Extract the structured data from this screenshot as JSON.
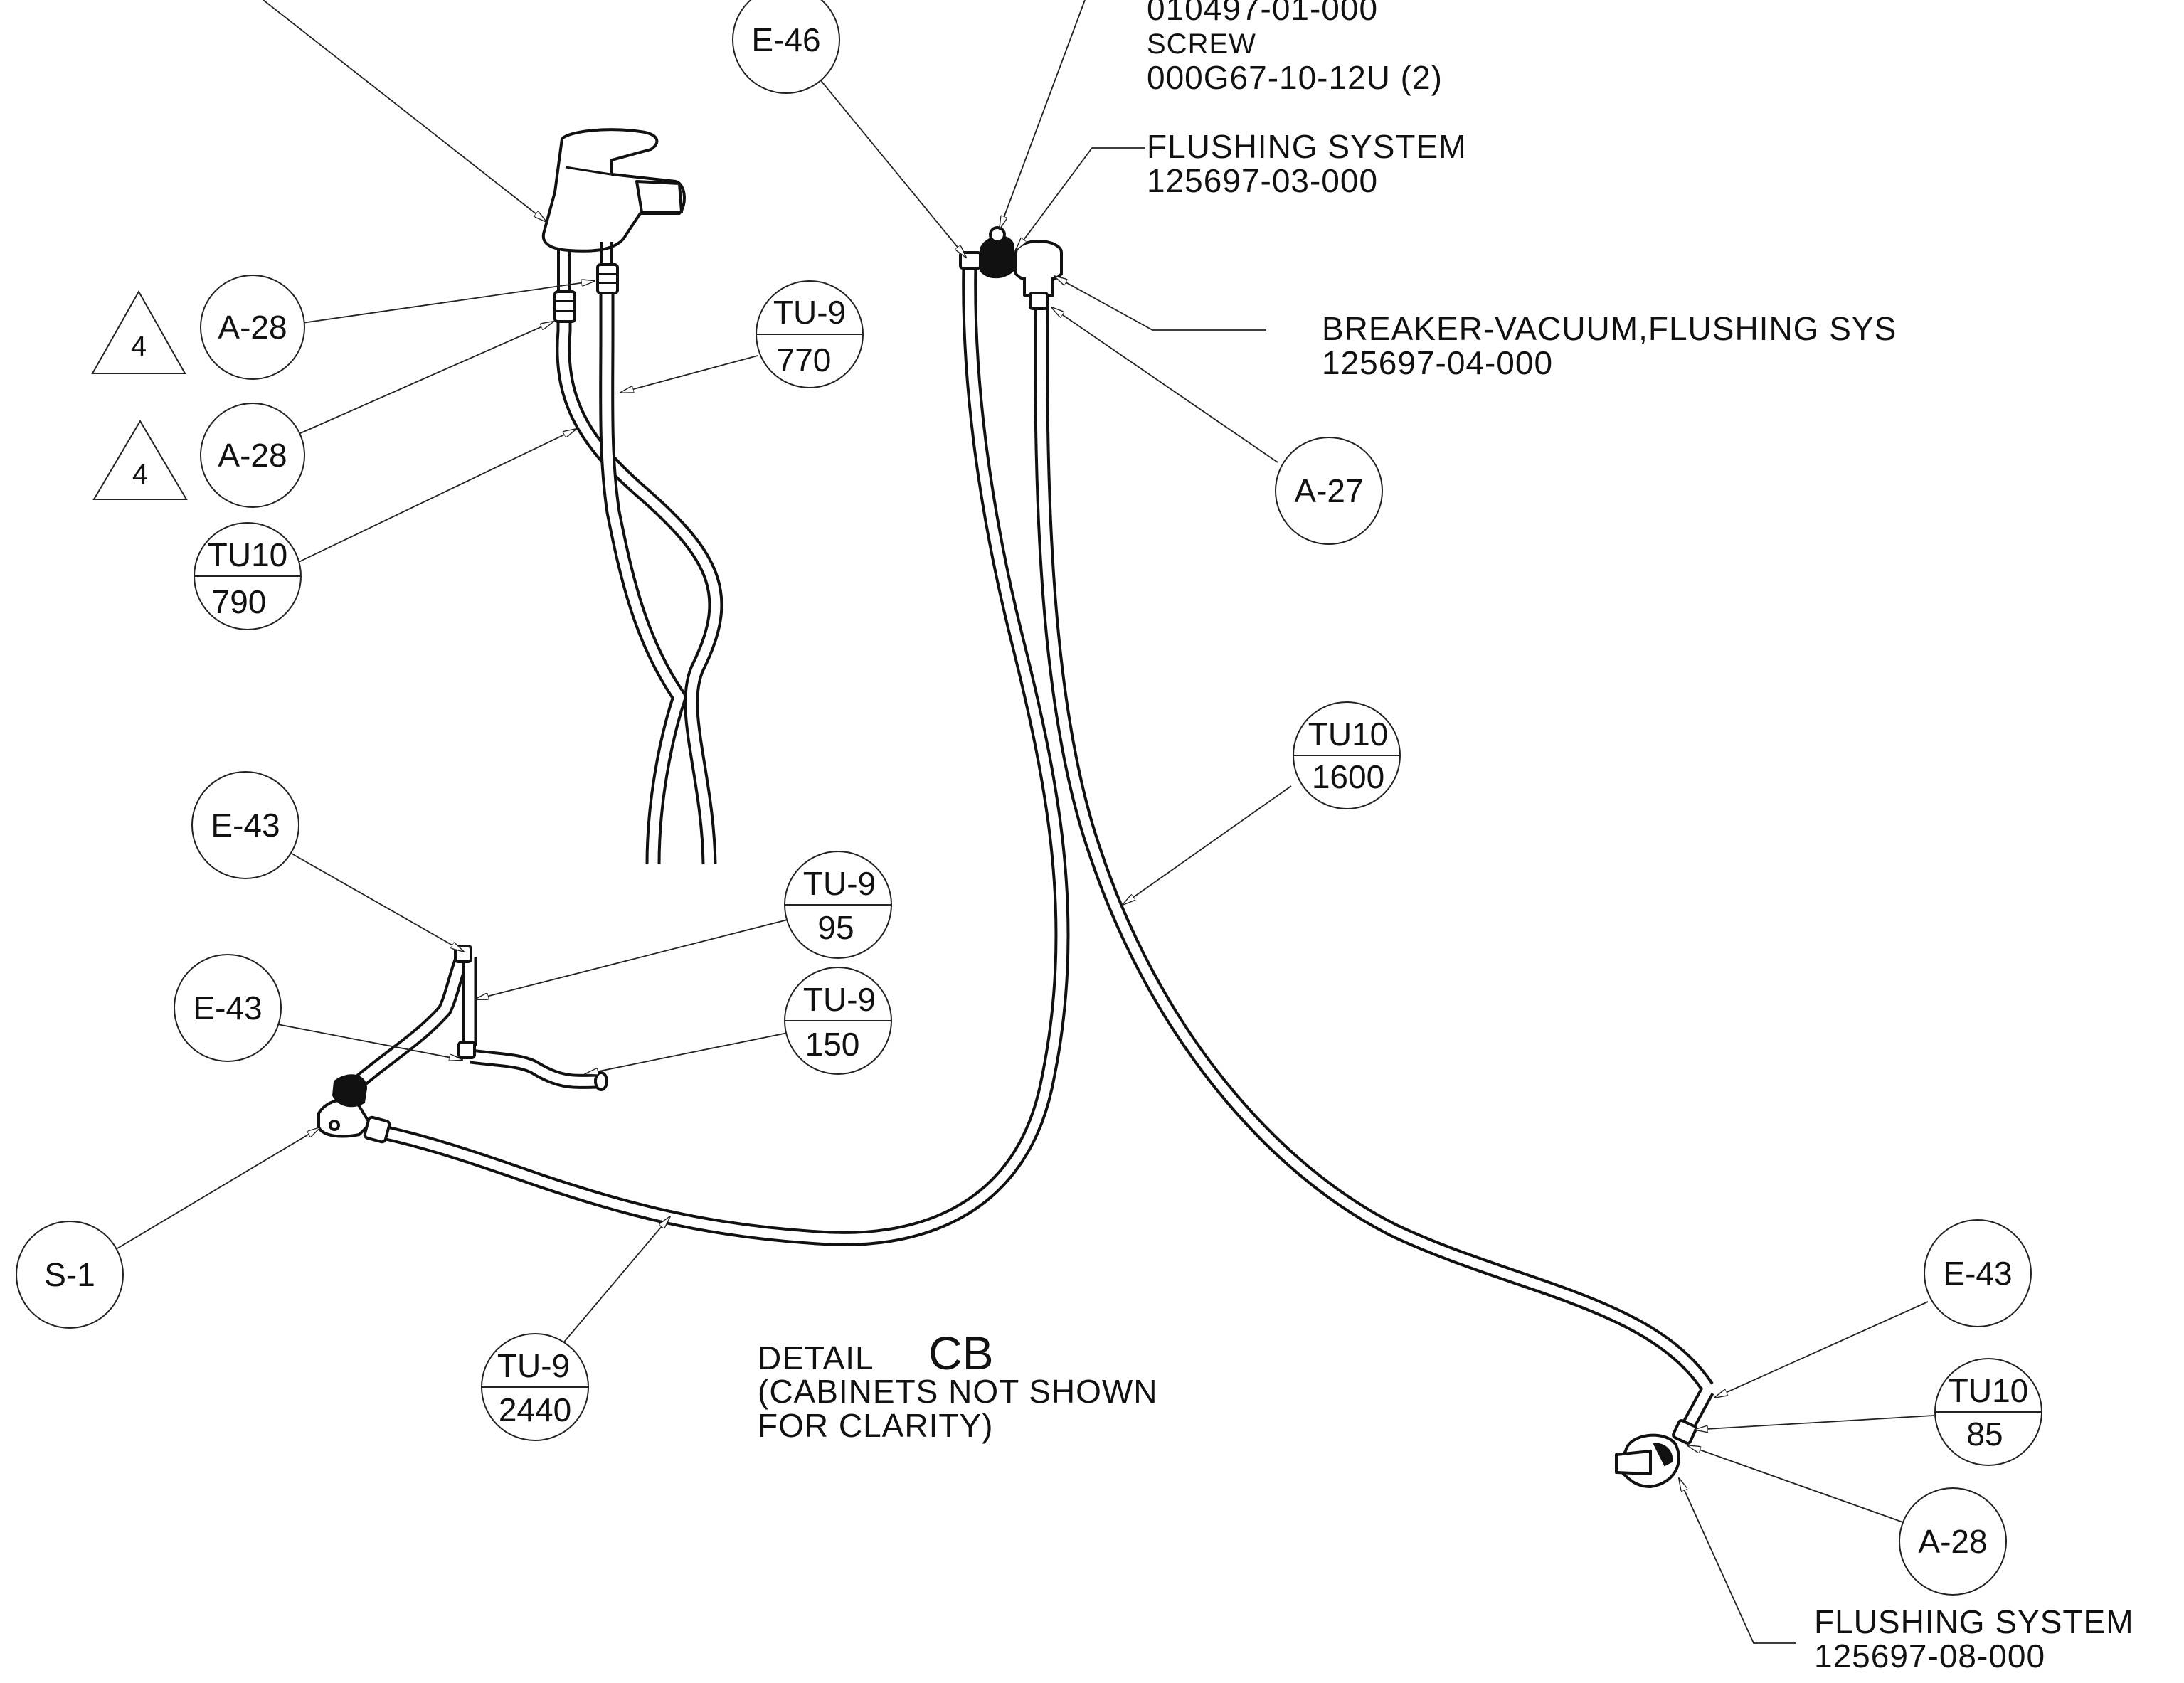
{
  "detail_title": {
    "prefix": "DETAIL",
    "code": "CB",
    "note_line1": "(CABINETS NOT SHOWN",
    "note_line2": "FOR CLARITY)"
  },
  "callouts": {
    "e46_top": "E-46",
    "a28_upper": "A-28",
    "a28_lower": "A-28",
    "tu9_faucet": {
      "top": "TU-9",
      "bottom": "770"
    },
    "tu10_faucet": {
      "top": "TU10",
      "bottom": "790"
    },
    "a27": "A-27",
    "tu10_long": {
      "top": "TU10",
      "bottom": "1600"
    },
    "e43_upper": "E-43",
    "e43_lower": "E-43",
    "tu9_95": {
      "top": "TU-9",
      "bottom": "95"
    },
    "tu9_150": {
      "top": "TU-9",
      "bottom": "150"
    },
    "s1": "S-1",
    "tu9_2440": {
      "top": "TU-9",
      "bottom": "2440"
    },
    "e43_right": "E-43",
    "tu10_85": {
      "top": "TU10",
      "bottom": "85"
    },
    "a28_right": "A-28"
  },
  "triangles": {
    "upper": "4",
    "lower": "4"
  },
  "part_notes": {
    "top_number": "010497-01-000",
    "screw_label": "SCREW",
    "screw_number": "000G67-10-12U (2)",
    "flushing_system_1_label": "FLUSHING SYSTEM",
    "flushing_system_1_number": "125697-03-000",
    "breaker_label": "BREAKER-VACUUM,FLUSHING SYS",
    "breaker_number": "125697-04-000",
    "flushing_system_2_label": "FLUSHING SYSTEM",
    "flushing_system_2_number": "125697-08-000"
  }
}
